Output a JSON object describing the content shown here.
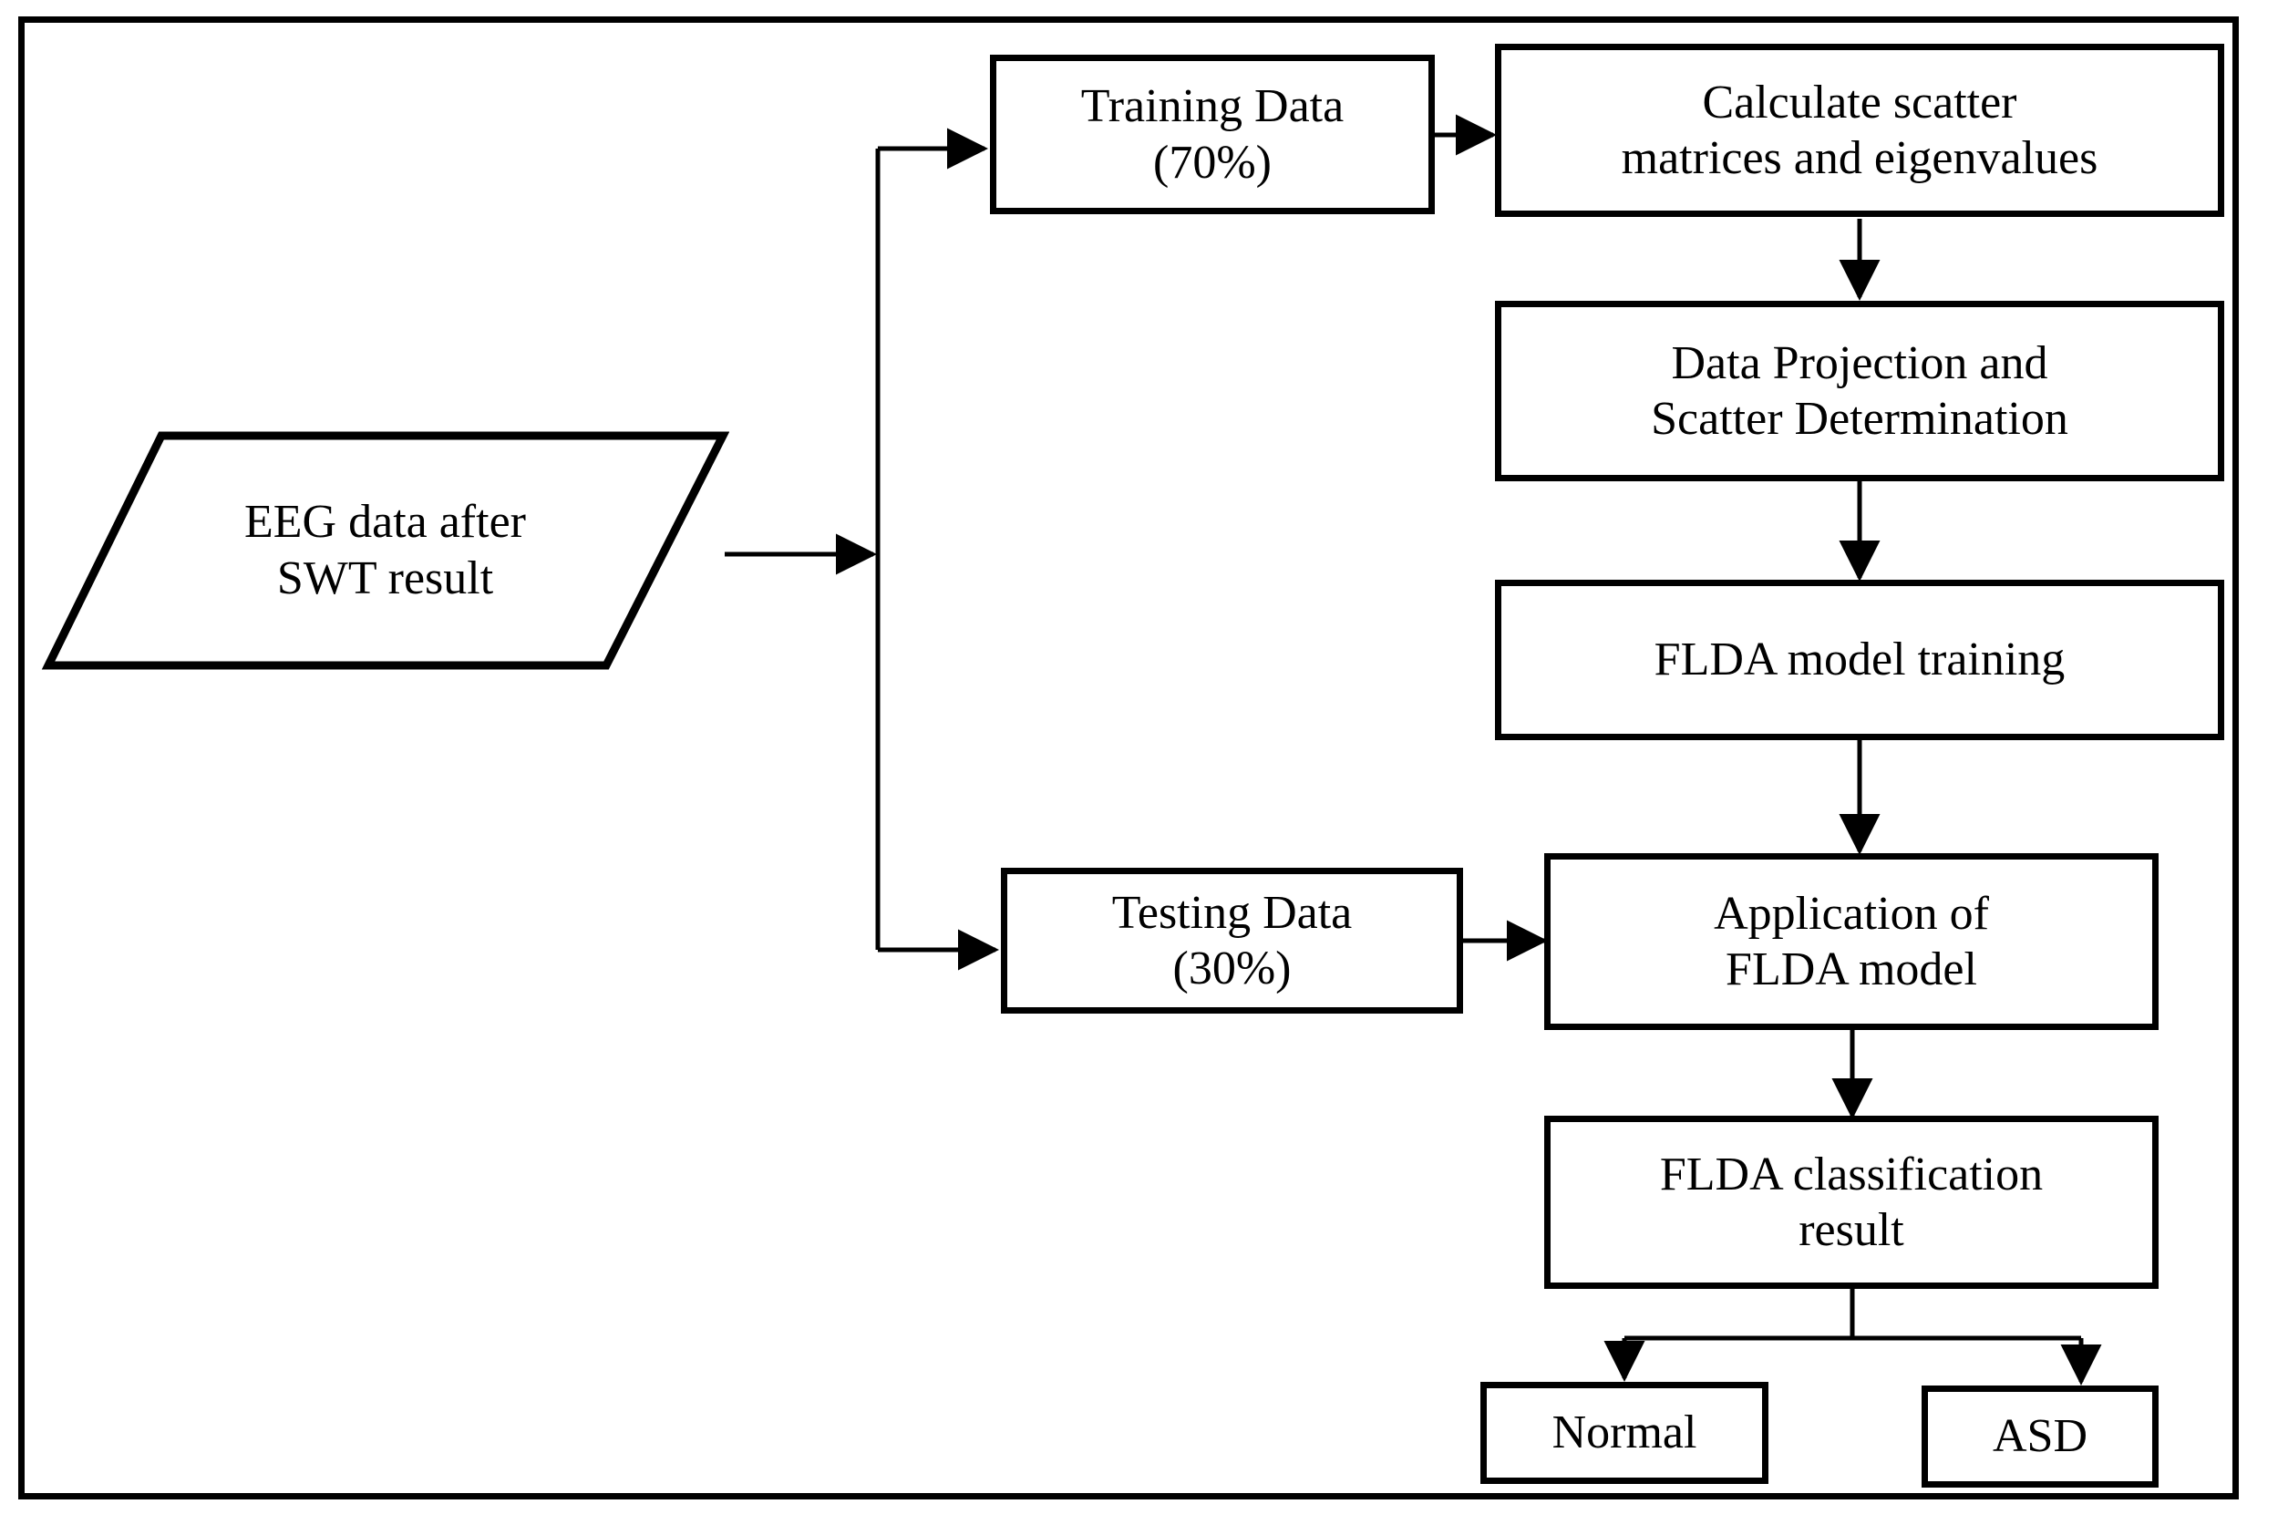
{
  "diagram": {
    "title": "FLDA classification pipeline flowchart",
    "stroke_color": "#000000",
    "fill_color": "#ffffff",
    "nodes": {
      "eeg_input": {
        "label": "EEG data after\nSWT result",
        "shape": "parallelogram"
      },
      "training_data": {
        "label": "Training Data\n(70%)",
        "shape": "rectangle"
      },
      "calculate_scatter": {
        "label": "Calculate scatter\nmatrices and eigenvalues",
        "shape": "rectangle"
      },
      "data_projection": {
        "label": "Data Projection and\nScatter Determination",
        "shape": "rectangle"
      },
      "model_training": {
        "label": "FLDA model training",
        "shape": "rectangle"
      },
      "testing_data": {
        "label": "Testing Data\n(30%)",
        "shape": "rectangle"
      },
      "application": {
        "label": "Application of\nFLDA model",
        "shape": "rectangle"
      },
      "classification_result": {
        "label": "FLDA classification\nresult",
        "shape": "rectangle"
      },
      "outcome_normal": {
        "label": "Normal",
        "shape": "rectangle"
      },
      "outcome_asd": {
        "label": "ASD",
        "shape": "rectangle"
      }
    },
    "edges": [
      {
        "from": "eeg_input",
        "to": "split-junction",
        "arrow": true
      },
      {
        "from": "split-junction",
        "to": "training_data",
        "arrow": true
      },
      {
        "from": "split-junction",
        "to": "testing_data",
        "arrow": true
      },
      {
        "from": "training_data",
        "to": "calculate_scatter",
        "arrow": true
      },
      {
        "from": "calculate_scatter",
        "to": "data_projection",
        "arrow": true
      },
      {
        "from": "data_projection",
        "to": "model_training",
        "arrow": true
      },
      {
        "from": "model_training",
        "to": "application",
        "arrow": true
      },
      {
        "from": "testing_data",
        "to": "application",
        "arrow": true
      },
      {
        "from": "application",
        "to": "classification_result",
        "arrow": true
      },
      {
        "from": "classification_result",
        "to": "outcome_normal",
        "arrow": true
      },
      {
        "from": "classification_result",
        "to": "outcome_asd",
        "arrow": true
      }
    ]
  }
}
